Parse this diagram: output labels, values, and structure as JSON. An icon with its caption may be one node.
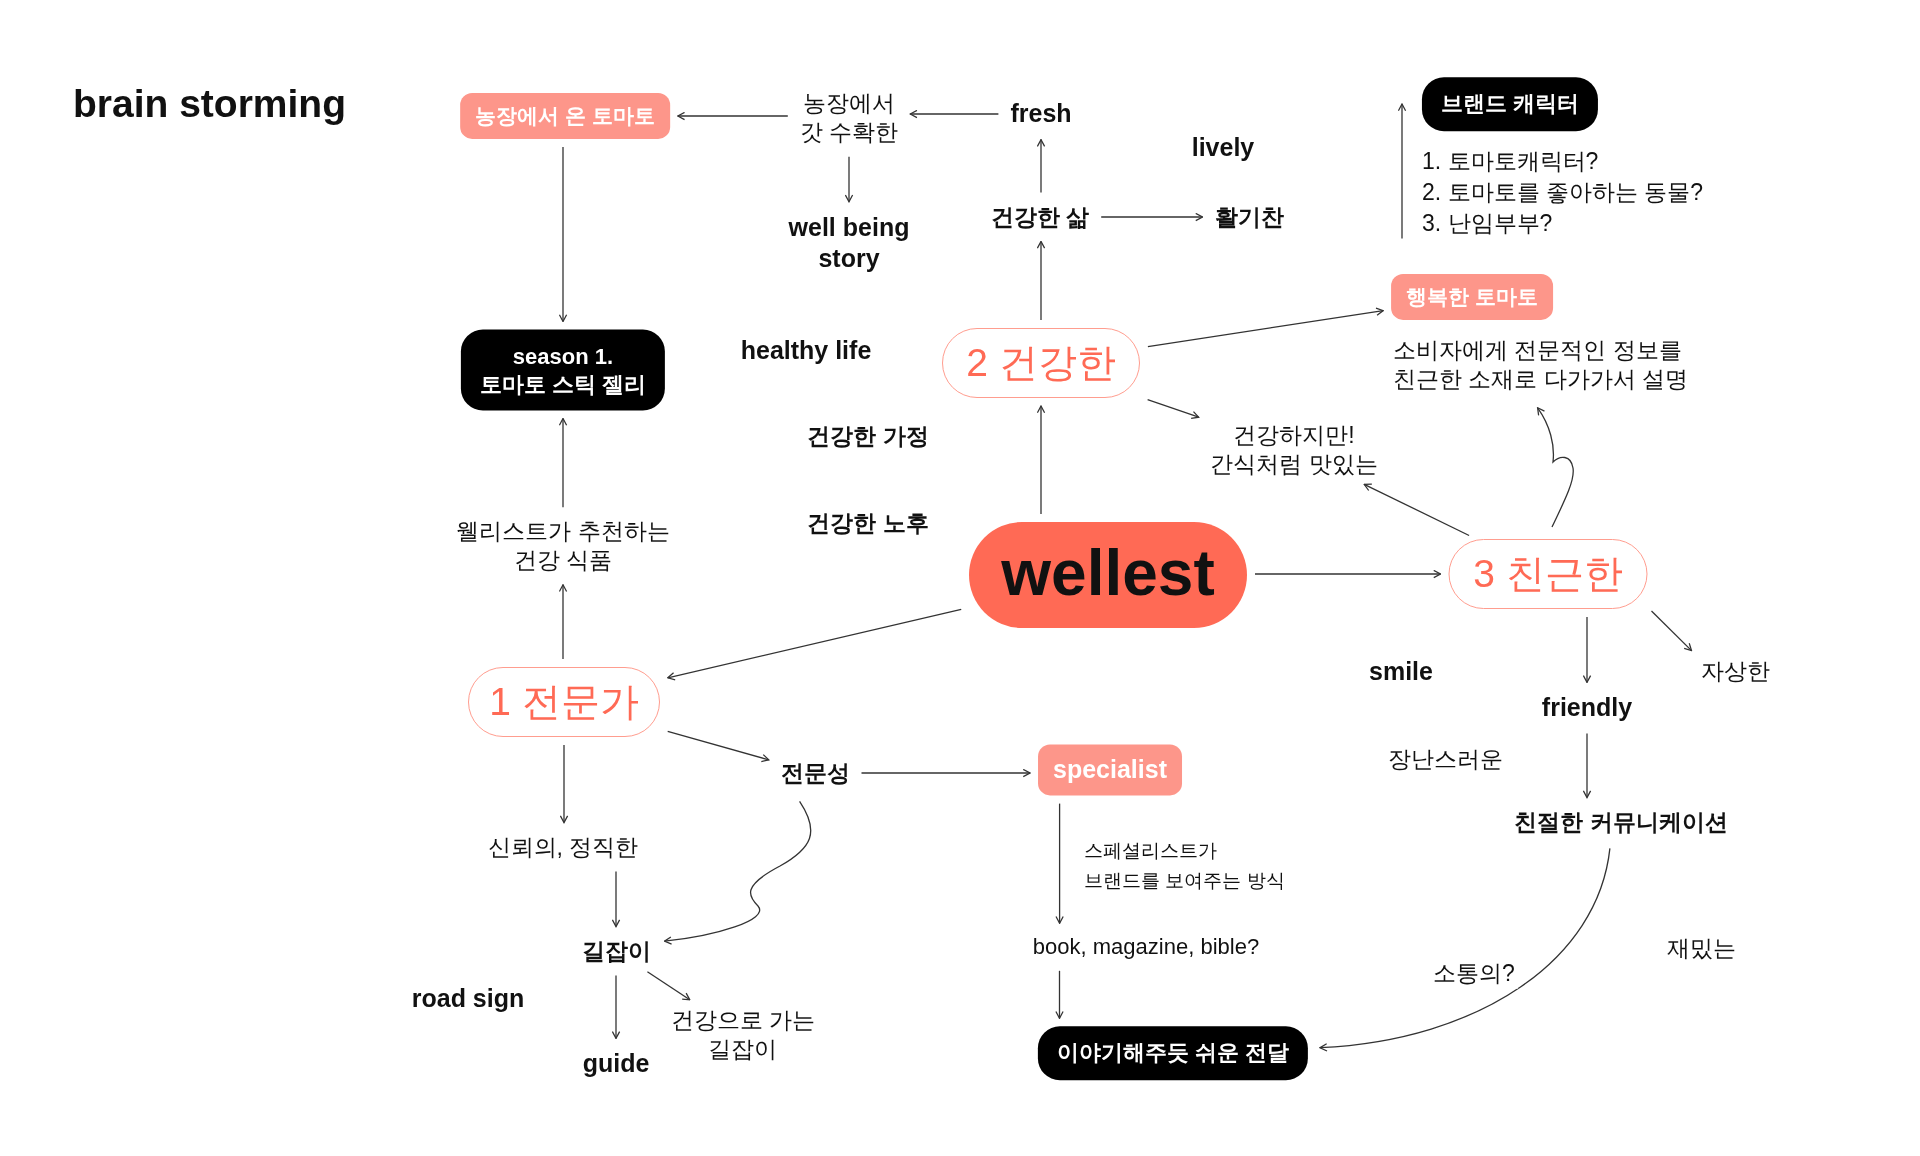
{
  "diagram": {
    "title": "brain storming",
    "nodes": [
      {
        "text": [
          "농장에서 온 토마토"
        ]
      },
      {
        "text": [
          "농장에서 갓 수확한"
        ]
      },
      {
        "text": [
          "fresh"
        ]
      },
      {
        "text": [
          "브랜드 캐릭터"
        ]
      },
      {
        "text": [
          "1. 토마토캐릭터?",
          "2. 토마토를 좋아하는 동물?",
          "3. 난임부부?"
        ]
      },
      {
        "text": [
          "well being story"
        ]
      },
      {
        "text": [
          "건강한 삶"
        ]
      },
      {
        "text": [
          "활기찬"
        ]
      },
      {
        "text": [
          "행복한 토마토"
        ]
      },
      {
        "text": [
          "season 1. 토마토 스틱 젤리"
        ]
      },
      {
        "text": [
          "2 건강한"
        ]
      },
      {
        "text": [
          "소비자에게 전문적인 정보를 친근한 소재로 다가가서 설명"
        ]
      },
      {
        "text": [
          "건강하지만! 간식처럼 맛있는"
        ]
      },
      {
        "text": [
          "웰리스트가 추천하는 건강 식품"
        ]
      },
      {
        "text": [
          "wellest"
        ]
      },
      {
        "text": [
          "3 친근한"
        ]
      },
      {
        "text": [
          "1 전문가"
        ]
      },
      {
        "text": [
          "friendly"
        ]
      },
      {
        "text": [
          "자상한"
        ]
      },
      {
        "text": [
          "전문성"
        ]
      },
      {
        "text": [
          "specialist"
        ]
      },
      {
        "text": [
          "신뢰의, 정직한"
        ]
      },
      {
        "text": [
          "친절한 커뮤니케이션"
        ]
      },
      {
        "text": [
          "book, magazine, bible?"
        ]
      },
      {
        "text": [
          "길잡이"
        ]
      },
      {
        "text": [
          "건강으로 가는 길잡이"
        ]
      },
      {
        "text": [
          "guide"
        ]
      },
      {
        "text": [
          "이야기해주듯 쉬운 전달"
        ]
      }
    ],
    "edges": [
      {
        "from": 14,
        "to": 16,
        "arrow": "to"
      },
      {
        "from": 14,
        "to": 10,
        "arrow": "to"
      },
      {
        "from": 14,
        "to": 15,
        "arrow": "to"
      },
      {
        "from": 16,
        "to": 13,
        "arrow": "to"
      },
      {
        "from": 13,
        "to": 9,
        "arrow": "to"
      },
      {
        "from": 0,
        "to": 9,
        "arrow": "to"
      },
      {
        "from": 16,
        "to": 19,
        "arrow": "to"
      },
      {
        "from": 16,
        "to": 21,
        "arrow": "to"
      },
      {
        "from": 19,
        "to": 20,
        "arrow": "to"
      },
      {
        "from": 19,
        "to": 24,
        "arrow": "to"
      },
      {
        "from": 21,
        "to": 24,
        "arrow": "to"
      },
      {
        "from": 24,
        "to": 26,
        "arrow": "to"
      },
      {
        "from": 24,
        "to": 25,
        "arrow": "to"
      },
      {
        "from": 20,
        "to": 23,
        "arrow": "to",
        "label": "스페셜리스트가 브랜드를 보여주는 방식"
      },
      {
        "from": 23,
        "to": 27,
        "arrow": "to"
      },
      {
        "from": 10,
        "to": 6,
        "arrow": "to"
      },
      {
        "from": 6,
        "to": 2,
        "arrow": "to"
      },
      {
        "from": 6,
        "to": 7,
        "arrow": "to"
      },
      {
        "from": 2,
        "to": 1,
        "arrow": "to"
      },
      {
        "from": 1,
        "to": 0,
        "arrow": "to"
      },
      {
        "from": 1,
        "to": 5,
        "arrow": "to"
      },
      {
        "from": 10,
        "to": 8,
        "arrow": "to"
      },
      {
        "from": 10,
        "to": 12,
        "arrow": "to"
      },
      {
        "from": 15,
        "to": 12,
        "arrow": "to"
      },
      {
        "from": 15,
        "to": 11,
        "arrow": "to"
      },
      {
        "from": 15,
        "to": 17,
        "arrow": "to"
      },
      {
        "from": 15,
        "to": 18,
        "arrow": "to"
      },
      {
        "from": 17,
        "to": 22,
        "arrow": "to"
      },
      {
        "from": 22,
        "to": 27,
        "arrow": "to",
        "label": "소통의?"
      },
      {
        "from": 4,
        "to": 3,
        "arrow": "to"
      }
    ],
    "labels": [
      "lively",
      "healthy life",
      "건강한 가정",
      "건강한 노후",
      "smile",
      "장난스러운",
      "재밌는",
      "road sign"
    ]
  }
}
